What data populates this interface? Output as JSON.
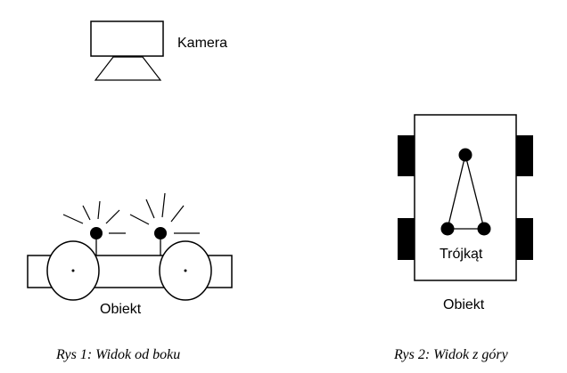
{
  "figure1": {
    "camera_label": "Kamera",
    "object_label": "Obiekt",
    "caption": "Rys 1: Widok od boku"
  },
  "figure2": {
    "triangle_label": "Trójkąt",
    "object_label": "Obiekt",
    "caption": "Rys 2: Widok z góry"
  },
  "colors": {
    "stroke": "#000000",
    "fill": "#ffffff",
    "wheel_fill": "#000000"
  }
}
